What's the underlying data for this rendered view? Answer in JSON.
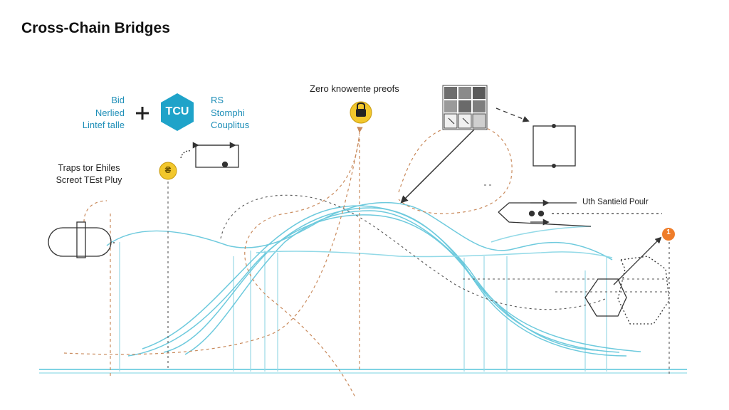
{
  "title": "Cross-Chain Bridges",
  "labels": {
    "left_block": [
      "Bid",
      "Nerlied",
      "Lintef talle"
    ],
    "plus": "+",
    "tcu_badge": "TCU",
    "right_block": [
      "RS",
      "Stomphi",
      "Couplitus"
    ],
    "zk_label": "Zero knowente preofs",
    "traps_label": [
      "Traps tor Ehiles",
      "Screot TEst Pluy"
    ],
    "standard_label": "Uth Santield Poulr",
    "coin_symbol": "₴",
    "orange_badge": "1"
  },
  "colors": {
    "accent_blue": "#1fa3c9",
    "curve_cyan": "#7fd3e3",
    "accent_yellow": "#f2c72c",
    "accent_orange": "#ef7d2a",
    "dashed_brown": "#c98a5c",
    "line_dark": "#333333"
  },
  "icons": {
    "tcu": "hexagon-icon",
    "zk": "lock-coin-icon",
    "coin": "coin-icon",
    "grid": "image-grid-icon",
    "pill": "capsule-icon"
  }
}
